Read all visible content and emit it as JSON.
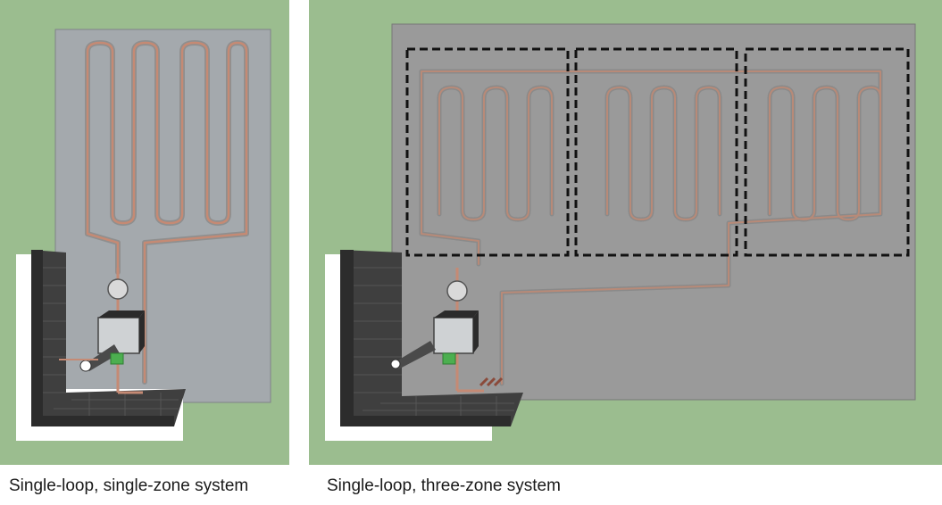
{
  "figure": {
    "colors": {
      "background_green": "#9bbd8f",
      "slab_gray": "#a4a9ad",
      "slab_speckled": "#9a9a9a",
      "pipe_copper": "#c58a74",
      "wall_dark": "#3f3f3f",
      "zone_outline": "#111111"
    },
    "panels": [
      {
        "id": "single-zone",
        "caption": "Single-loop, single-zone system",
        "zone_count": 1,
        "zone_outline": "none"
      },
      {
        "id": "three-zone",
        "caption": "Single-loop, three-zone system",
        "zone_count": 3,
        "zone_outline": "dashed"
      }
    ]
  }
}
